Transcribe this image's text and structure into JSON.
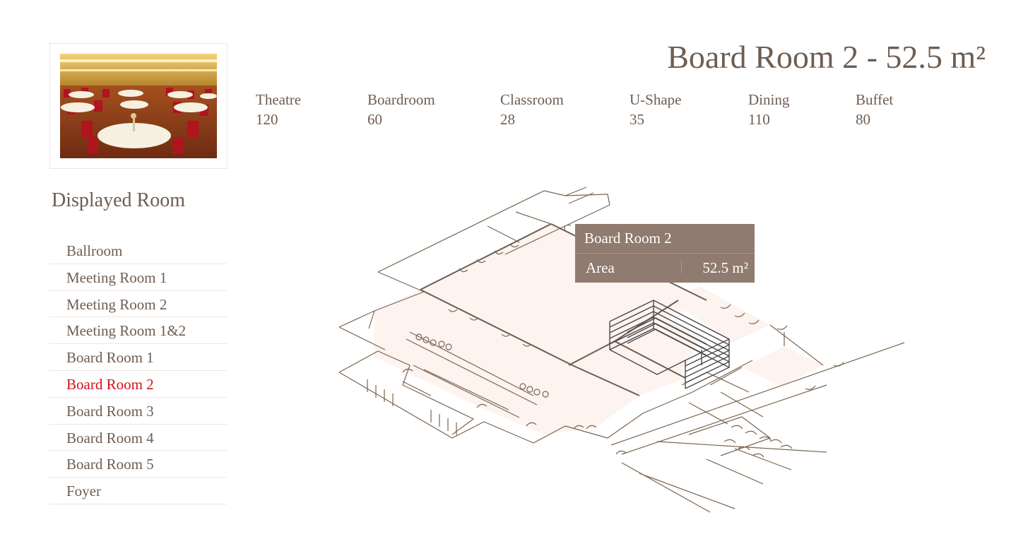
{
  "header": {
    "title": "Board Room 2 - 52.5 m²"
  },
  "capacities": [
    {
      "label": "Theatre",
      "value": "120"
    },
    {
      "label": "Boardroom",
      "value": "60"
    },
    {
      "label": "Classroom",
      "value": "28"
    },
    {
      "label": "U-Shape",
      "value": "35"
    },
    {
      "label": "Dining",
      "value": "110"
    },
    {
      "label": "Buffet",
      "value": "80"
    }
  ],
  "sidebar": {
    "title": "Displayed Room",
    "items": [
      {
        "label": "Ballroom"
      },
      {
        "label": "Meeting Room 1"
      },
      {
        "label": "Meeting Room 2"
      },
      {
        "label": "Meeting Room 1&2"
      },
      {
        "label": "Board Room 1"
      },
      {
        "label": "Board Room 2"
      },
      {
        "label": "Board Room 3"
      },
      {
        "label": "Board Room 4"
      },
      {
        "label": "Board Room 5"
      },
      {
        "label": "Foyer"
      }
    ],
    "active_index": 5
  },
  "tooltip": {
    "title": "Board Room 2",
    "label": "Area",
    "value": "52.5 m²"
  },
  "colors": {
    "text": "#6e5d52",
    "active": "#d4101a",
    "tooltip_bg": "#8f7b6f",
    "room_fill": "#fdf3ef",
    "line": "#7a6550",
    "highlight_table": "#4a4a4a"
  },
  "icons": {
    "photo": "ballroom-photo"
  }
}
